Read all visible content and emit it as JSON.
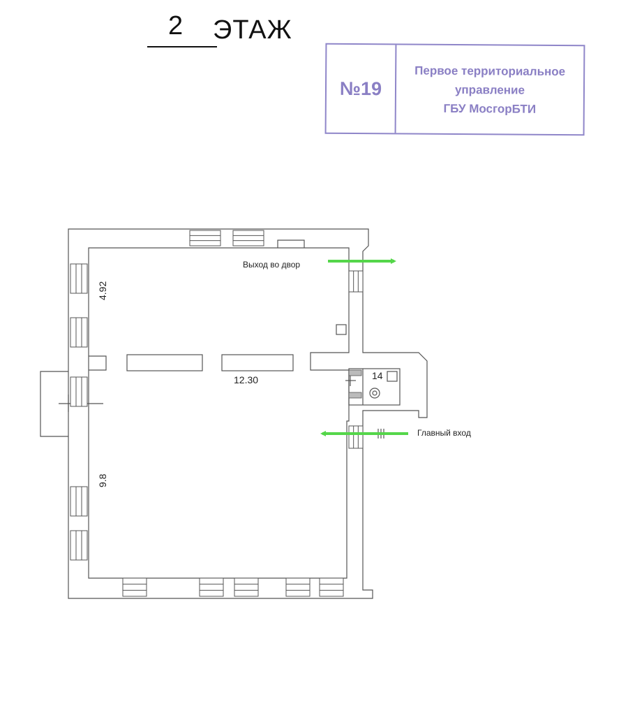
{
  "header": {
    "floor_number": "2",
    "floor_word": "ЭТАЖ"
  },
  "stamp": {
    "number": "№19",
    "lines": [
      "Первое территориальное",
      "управление",
      "ГБУ МосгорБТИ"
    ]
  },
  "plan": {
    "dimensions": {
      "upper_height": "4.92",
      "lower_height": "9.8",
      "width": "12.30"
    },
    "room_number": "14",
    "labels": {
      "exit_yard": "Выход во двор",
      "main_entrance": "Главный вход"
    }
  },
  "colors": {
    "wall": "#555555",
    "arrow": "#55d64a",
    "stamp": "#8a7fc4"
  }
}
